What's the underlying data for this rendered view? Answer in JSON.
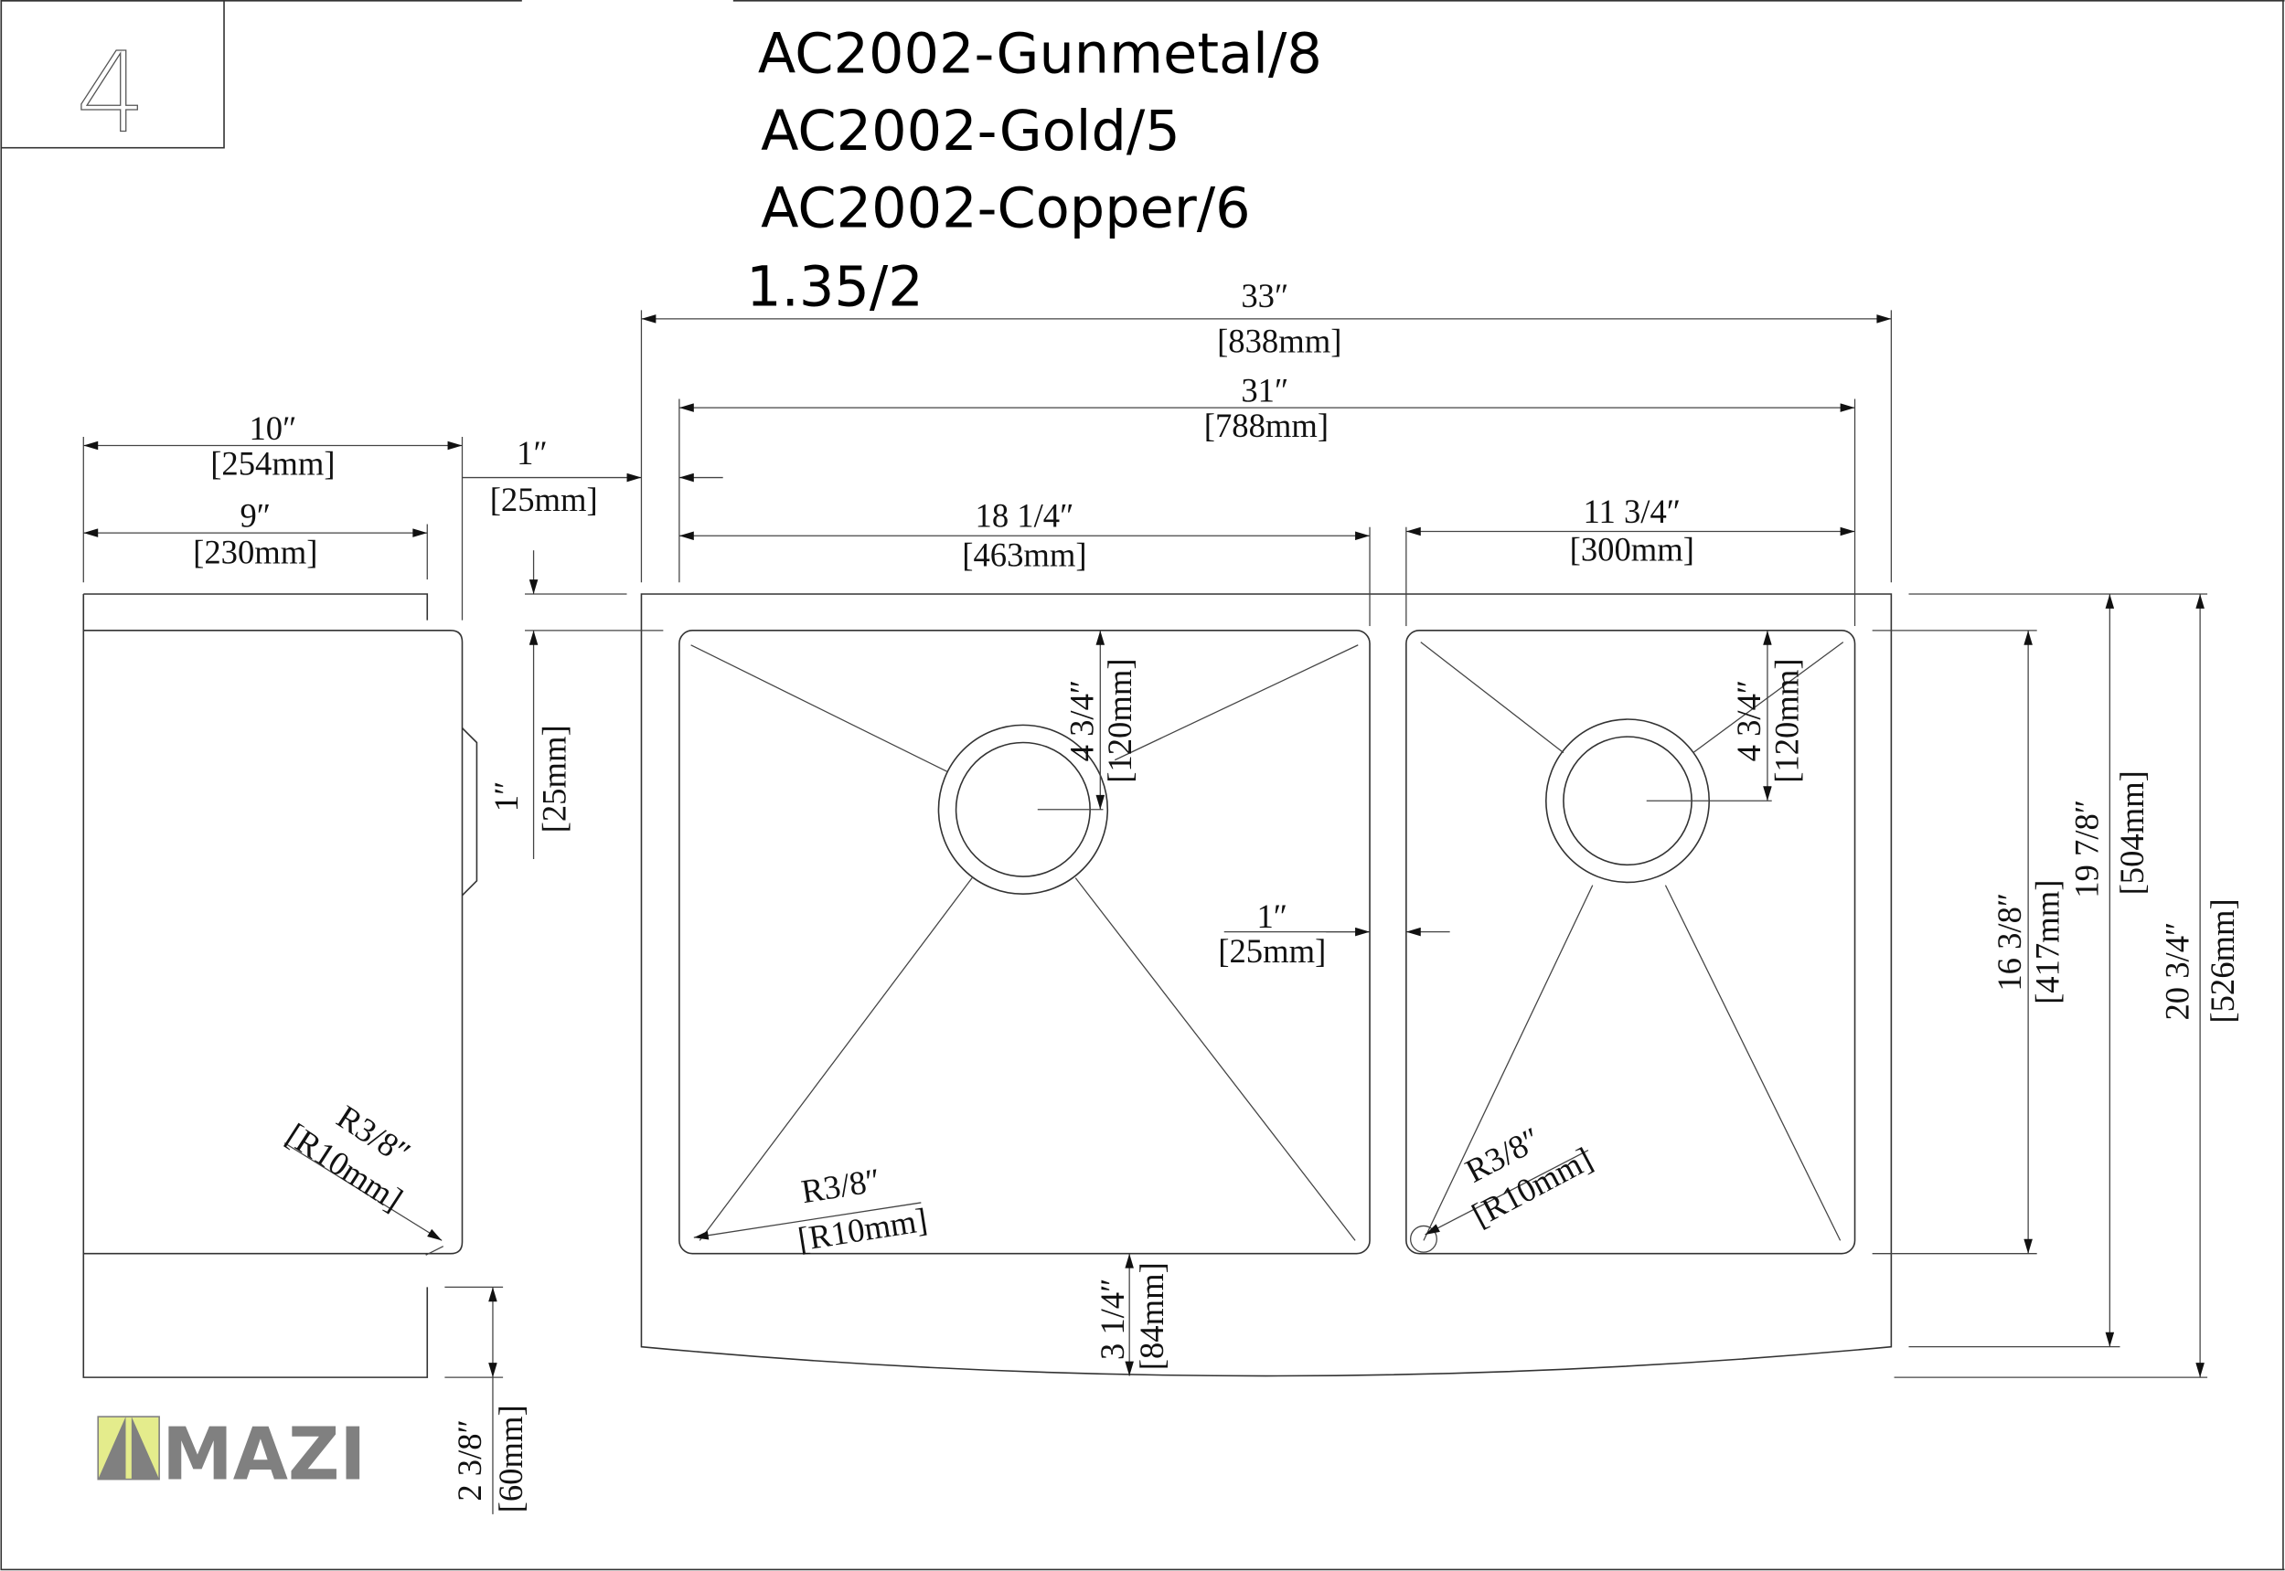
{
  "sheet": {
    "page_number": "4"
  },
  "header": {
    "lines": [
      "AC2002-Gunmetal/8",
      "AC2002-Gold/5",
      "AC2002-Copper/6",
      "1.35/2"
    ]
  },
  "logo": {
    "text": "MAZI",
    "colors": {
      "gray": "#808080",
      "yellow": "#e4ec8c"
    }
  },
  "dimensions": {
    "overall_width": {
      "in": "33″",
      "mm": "[838mm]"
    },
    "inner_width": {
      "in": "31″",
      "mm": "[788mm]"
    },
    "side_depth": {
      "in": "10″",
      "mm": "[254mm]"
    },
    "side_inner_depth": {
      "in": "9″",
      "mm": "[230mm]"
    },
    "rim_offset": {
      "in": "1″",
      "mm": "[25mm]"
    },
    "rim_offset_vertical": {
      "in": "1″",
      "mm": "[25mm]"
    },
    "large_bowl_width": {
      "in": "18 1/4″",
      "mm": "[463mm]"
    },
    "small_bowl_width": {
      "in": "11 3/4″",
      "mm": "[300mm]"
    },
    "large_drain_offset": {
      "in": "4 3/4″",
      "mm": "[120mm]"
    },
    "small_drain_offset": {
      "in": "4 3/4″",
      "mm": "[120mm]"
    },
    "divider": {
      "in": "1″",
      "mm": "[25mm]"
    },
    "apron_height": {
      "in": "3 1/4″",
      "mm": "[84mm]"
    },
    "side_apron": {
      "in": "2 3/8″",
      "mm": "[60mm]"
    },
    "bowl_length": {
      "in": "16 3/8″",
      "mm": "[417mm]"
    },
    "sink_length": {
      "in": "19 7/8″",
      "mm": "[504mm]"
    },
    "overall_length": {
      "in": "20 3/4″",
      "mm": "[526mm]"
    },
    "radius_side": {
      "in": "R3/8″",
      "mm": "[R10mm]"
    },
    "radius_large": {
      "in": "R3/8″",
      "mm": "[R10mm]"
    },
    "radius_small": {
      "in": "R3/8″",
      "mm": "[R10mm]"
    }
  }
}
